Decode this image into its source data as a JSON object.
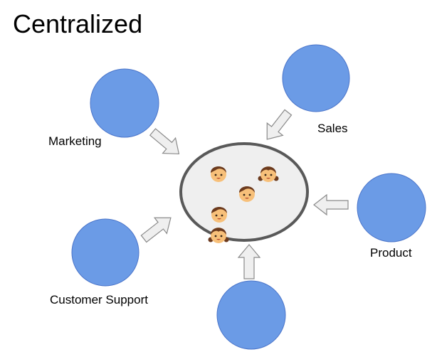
{
  "title": "Centralized",
  "nodes": [
    {
      "id": "marketing",
      "label": "Marketing"
    },
    {
      "id": "sales",
      "label": "Sales"
    },
    {
      "id": "product",
      "label": "Product"
    },
    {
      "id": "customer-support",
      "label": "Customer Support"
    },
    {
      "id": "bottom",
      "label": ""
    }
  ],
  "hub": {
    "people": [
      {
        "type": "boy"
      },
      {
        "type": "girl"
      },
      {
        "type": "boy"
      },
      {
        "type": "boy"
      },
      {
        "type": "girl"
      }
    ]
  },
  "colors": {
    "team_circle": "#6b9be6",
    "hub_fill": "#efefef",
    "hub_stroke": "#595959",
    "arrow_fill": "#efefef",
    "arrow_stroke": "#8a8a8a"
  }
}
